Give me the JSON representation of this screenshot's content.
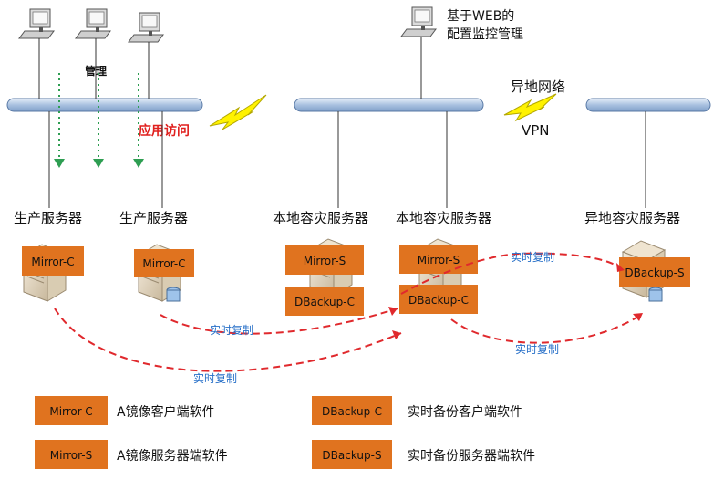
{
  "top": {
    "management_label": "管理",
    "web_console_label_line1": "基于WEB的",
    "web_console_label_line2": "配置监控管理",
    "app_access_label": "应用访问",
    "remote_network_label": "异地网络",
    "vpn_label": "VPN"
  },
  "servers": [
    {
      "label": "生产服务器",
      "badges": [
        "Mirror-C"
      ]
    },
    {
      "label": "生产服务器",
      "badges": [
        "Mirror-C"
      ]
    },
    {
      "label": "本地容灾服务器",
      "badges": [
        "Mirror-S",
        "DBackup-C"
      ]
    },
    {
      "label": "本地容灾服务器",
      "badges": [
        "Mirror-S",
        "DBackup-C"
      ]
    },
    {
      "label": "异地容灾服务器",
      "badges": [
        "DBackup-S"
      ]
    }
  ],
  "replication_label": "实时复制",
  "legend": [
    {
      "badge": "Mirror-C",
      "desc": "A镜像客户端软件"
    },
    {
      "badge": "DBackup-C",
      "desc": "实时备份客户端软件"
    },
    {
      "badge": "Mirror-S",
      "desc": "A镜像服务器端软件"
    },
    {
      "badge": "DBackup-S",
      "desc": "实时备份服务器端软件"
    }
  ],
  "colors": {
    "badge_fill": "#e0731f",
    "bus_fill": "#b9cde6",
    "access_arrow": "#2e9e52",
    "replication_line": "#e0292d",
    "replication_text": "#2870c8",
    "app_access_text": "#e0201e",
    "lightning": "#fff200"
  }
}
